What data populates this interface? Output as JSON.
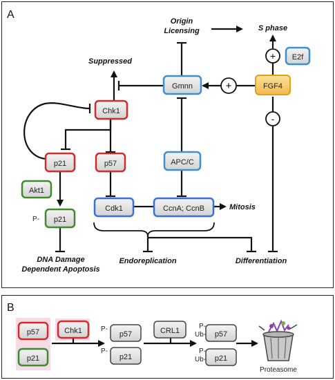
{
  "panel_a": {
    "letter": "A",
    "nodes": {
      "chk1": "Chk1",
      "p21": "p21",
      "p57": "p57",
      "akt1": "Akt1",
      "p21_phos": "p21",
      "phos_prefix": "P-",
      "cdk1": "Cdk1",
      "ccna_ccnb": "CcnA; CcnB",
      "apcc": "APC/C",
      "gmnn": "Gmnn",
      "fgf4": "FGF4",
      "e2f": "E2f"
    },
    "labels": {
      "suppressed": "Suppressed",
      "origin_licensing_1": "Origin",
      "origin_licensing_2": "Licensing",
      "s_phase": "S phase",
      "mitosis": "Mitosis",
      "dna_damage_1": "DNA Damage",
      "dna_damage_2": "Dependent Apoptosis",
      "endoreplication": "Endoreplication",
      "differentiation": "Differentiation"
    },
    "signs": {
      "plus_gmnn": "+",
      "plus_s": "+",
      "minus": "-"
    }
  },
  "panel_b": {
    "letter": "B",
    "nodes": {
      "p57": "p57",
      "p21": "p21",
      "chk1": "Chk1",
      "p57_phos": "p57",
      "p21_phos": "p21",
      "crl1": "CRL1",
      "p57_ub": "p57",
      "p21_ub": "p21"
    },
    "prefixes": {
      "p": "P-",
      "ub": "Ub-"
    },
    "proteasome": "Proteasome"
  },
  "colors": {
    "red": "#d42a2a",
    "blue": "#3a8fd6",
    "green": "#3f8a2a",
    "orange_fill": "#f6c65a",
    "orange_border": "#e0a020",
    "node_fill": "#e6e6e6",
    "pink_bg": "#f6dbe6"
  }
}
